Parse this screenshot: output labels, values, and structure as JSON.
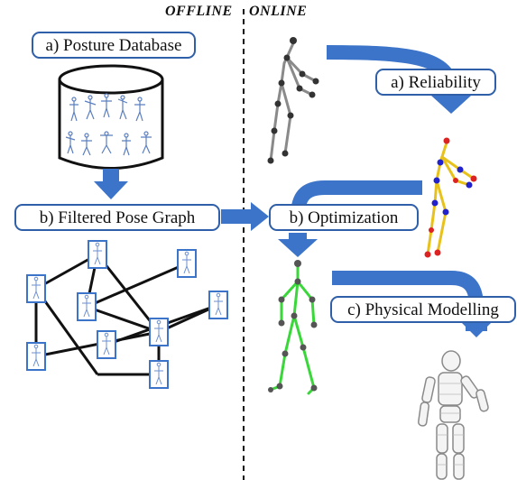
{
  "headers": {
    "offline": "OFFLINE",
    "online": "ONLINE"
  },
  "offline": {
    "database_label": "a) Posture Database",
    "graph_label": "b) Filtered Pose Graph"
  },
  "online": {
    "reliability_label": "a) Reliability",
    "optimization_label": "b) Optimization",
    "modelling_label": "c) Physical Modelling"
  },
  "colors": {
    "accent_blue": "#3c74c9",
    "box_border": "#2f5fa8",
    "skeleton_gray": "#8a8a8a",
    "skeleton_yellow": "#e8c21a",
    "skeleton_green": "#39d739",
    "joint_dark": "#333333",
    "joint_blue": "#2222cc",
    "joint_red": "#dd2222"
  }
}
